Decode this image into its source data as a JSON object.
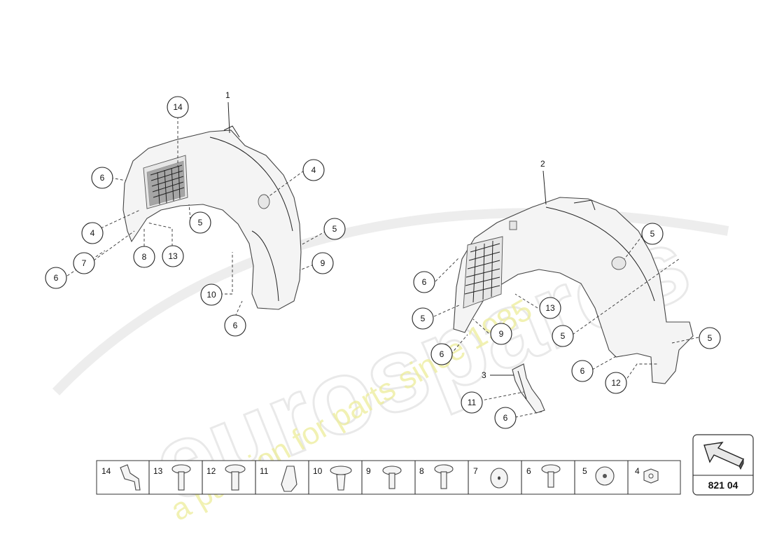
{
  "watermark": {
    "brand": "eurospares",
    "tagline": "a passion for parts since 1985"
  },
  "diagram_code": "821 04",
  "part_labels": {
    "p1": "1",
    "p2": "2",
    "p3": "3"
  },
  "callouts_left": [
    "14",
    "6",
    "4",
    "7",
    "6",
    "8",
    "13",
    "5",
    "4",
    "5",
    "9",
    "10",
    "6"
  ],
  "callouts_right": [
    "5",
    "6",
    "5",
    "13",
    "9",
    "6",
    "5",
    "6",
    "12",
    "5",
    "11",
    "6"
  ],
  "parts_strip": [
    "14",
    "13",
    "12",
    "11",
    "10",
    "9",
    "8",
    "7",
    "6",
    "5",
    "4"
  ],
  "colors": {
    "line": "#222222",
    "part_fill": "#f4f4f4",
    "watermark_grey": "#d8d8d8",
    "watermark_yellow": "#eded9a"
  },
  "icons": {
    "reference_arrow": "arrow-up-left-icon"
  }
}
